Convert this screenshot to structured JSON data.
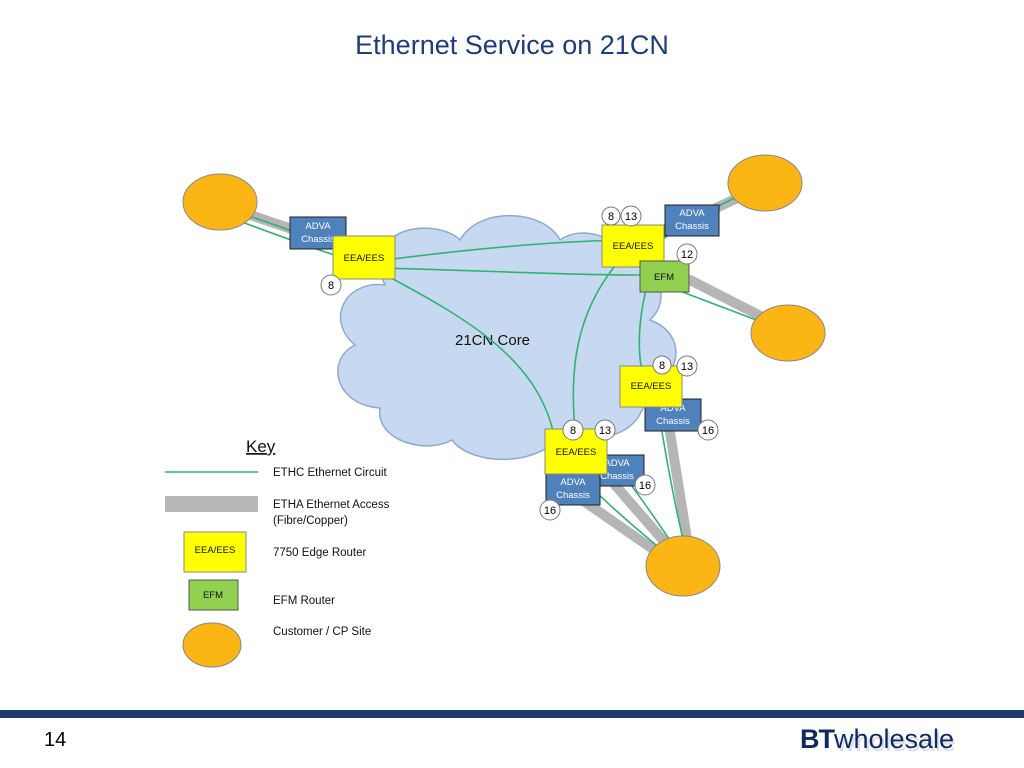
{
  "title": "Ethernet Service on 21CN",
  "diagram": {
    "core_label": "21CN Core",
    "adva_label": [
      "ADVA",
      "Chassis"
    ],
    "eea_label": "EEA/EES",
    "efm_label": "EFM",
    "port_numbers": {
      "p8": "8",
      "p12": "12",
      "p13": "13",
      "p16": "16"
    }
  },
  "key": {
    "heading": "Key",
    "etch": "ETHC Ethernet  Circuit",
    "etha_line1": "ETHA Ethernet  Access",
    "etha_line2": "(Fibre/Copper)",
    "edge_router": "7750  Edge Router",
    "efm_router": "EFM Router",
    "customer_site": "Customer  / CP Site"
  },
  "colors": {
    "customer_site": "#fbb615",
    "eea_box": "#ffff00",
    "efm_box": "#92d050",
    "adva_box": "#4f81bd",
    "cloud": "#c6d9f1",
    "circuit_line": "#2fb36f",
    "access_line": "#b8b8b8"
  },
  "footer": {
    "page_number": "14",
    "logo_bt": "BT",
    "logo_word": "wholesale"
  }
}
